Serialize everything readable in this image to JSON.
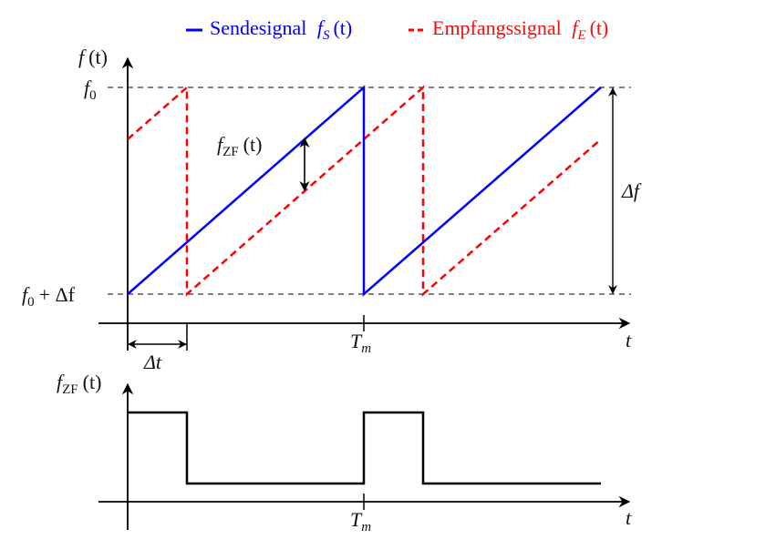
{
  "legend": {
    "send_label": "Sendesignal",
    "send_symbol": "f",
    "send_sub": "S",
    "send_arg": "(t)",
    "recv_label": "Empfangssignal",
    "recv_symbol": "f",
    "recv_sub": "E",
    "recv_arg": "(t)"
  },
  "colors": {
    "send": "#0000ff",
    "recv": "#ff0000",
    "axis": "#000000"
  },
  "top_plot": {
    "y_axis_label_f": "f",
    "y_axis_label_arg": "(t)",
    "f0_label": "f",
    "f0_sub": "0",
    "f0_plus_label": "f",
    "f0_plus_sub": "0",
    "f0_plus_rest": "+ Δf",
    "zf_label_f": "f",
    "zf_label_sub": "ZF",
    "zf_label_arg": "(t)",
    "delta_f_label": "Δf",
    "delta_t_label": "Δt",
    "tm_label_T": "T",
    "tm_label_sub": "m",
    "t_label": "t"
  },
  "bottom_plot": {
    "y_axis_label_f": "f",
    "y_axis_label_sub": "ZF",
    "y_axis_label_arg": "(t)",
    "tm_label_T": "T",
    "tm_label_sub": "m",
    "t_label": "t"
  }
}
